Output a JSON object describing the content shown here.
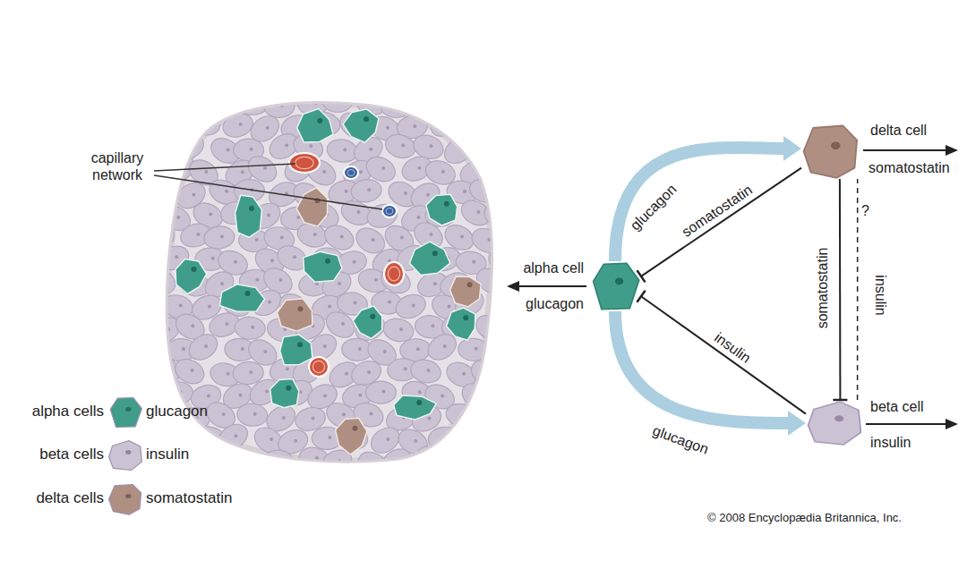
{
  "diagram": {
    "nodes": [
      {
        "text": [
          "alpha cell",
          "glucagon"
        ]
      },
      {
        "text": [
          "delta cell",
          "somatostatin"
        ]
      },
      {
        "text": [
          "beta cell",
          "insulin"
        ]
      }
    ],
    "edges": [
      {
        "from": 0,
        "to": 1,
        "label": "glucagon",
        "arrow": "to"
      },
      {
        "from": 1,
        "to": 0,
        "label": "somatostatin",
        "arrow": "to"
      },
      {
        "from": 0,
        "to": 2,
        "label": "glucagon",
        "arrow": "to"
      },
      {
        "from": 2,
        "to": 0,
        "label": "insulin",
        "arrow": "to"
      },
      {
        "from": 1,
        "to": 2,
        "label": "somatostatin",
        "arrow": "to"
      },
      {
        "from": 2,
        "to": 1,
        "label": "insulin",
        "arrow": "none"
      }
    ],
    "labels": [
      "capillary network",
      "?",
      "glucagon",
      "insulin",
      "somatostatin",
      "© 2008 Encyclopædia Britannica, Inc."
    ],
    "legend": [
      {
        "text": "alpha cells",
        "color": "#3f9d8a"
      },
      {
        "text": "beta cells",
        "color": "#cbc3d3"
      },
      {
        "text": "delta cells",
        "color": "#b08f83"
      }
    ]
  }
}
